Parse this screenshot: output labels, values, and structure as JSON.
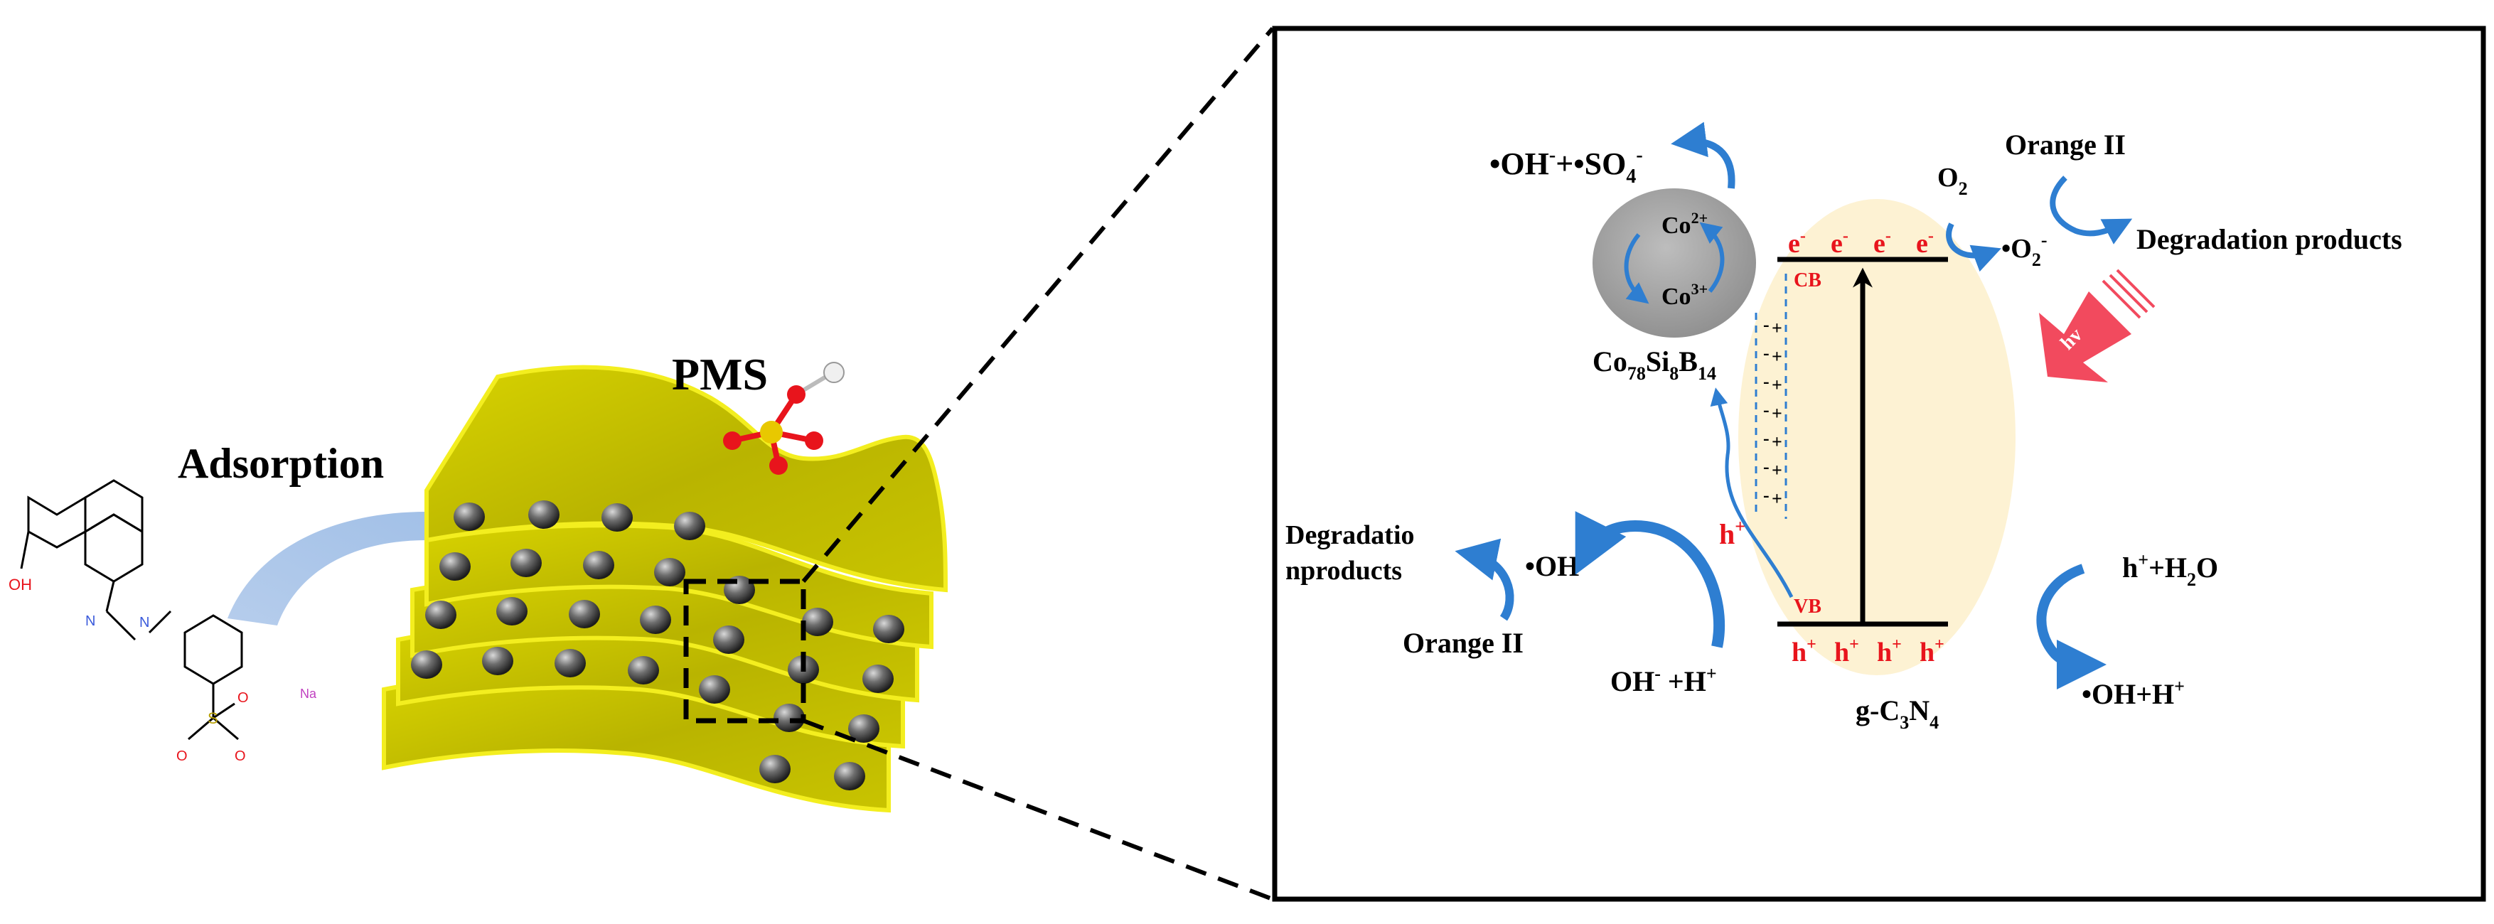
{
  "left_panel": {
    "adsorption_label": "Adsorption",
    "pms_label": "PMS",
    "molecule": {
      "oh_label": "OH",
      "n1": "N",
      "n2": "N",
      "s_label": "S",
      "o_top": "O",
      "o_bottom": "O",
      "o_minus": "O",
      "na_label": "Na"
    }
  },
  "right_panel": {
    "radicals_top": {
      "lead": "•OH",
      "mid": "+•SO",
      "sub4": "4"
    },
    "co2": {
      "base": "Co",
      "sup": "2+"
    },
    "co3": {
      "base": "Co",
      "sup": "3+"
    },
    "co_alloy": {
      "co": "Co",
      "n78": "78",
      "si": "Si",
      "n8": "8",
      "b": "B",
      "n14": "14"
    },
    "o2": {
      "base": "O",
      "sub": "2"
    },
    "o2_radical": {
      "base": "•O",
      "sub": "2"
    },
    "orange_top": "Orange II",
    "degradation_products_top": "Degradation products",
    "hv_label": "hv",
    "electrons": [
      "e",
      "e",
      "e",
      "e"
    ],
    "holes": [
      "h",
      "h",
      "h",
      "h"
    ],
    "cb_label": "CB",
    "vb_label": "VB",
    "h_plus_left": "h",
    "degradation_left_line1": "Degradatio",
    "degradation_left_line2": "nproducts",
    "oh_radical_left": "•OH",
    "orange_bottom_left": "Orange II",
    "oh_minus_h_plus": {
      "oh": "OH",
      "rest": " +H"
    },
    "gc3n4": {
      "g": "g-C",
      "n3": "3",
      "n": "N",
      "n4": "4"
    },
    "h_plus_h2o": {
      "h": "h",
      "mid": "+H",
      "o": "O",
      "sub": "2"
    },
    "oh_plus_h_right": {
      "text": "•OH+H"
    },
    "charge_symbols": [
      "+",
      "+",
      "+",
      "+",
      "+",
      "+",
      "+"
    ],
    "minus_symbols": [
      "-",
      "-",
      "-",
      "-",
      "-",
      "-",
      "-"
    ]
  },
  "colors": {
    "sheet_yellow": "#c8c300",
    "sheet_edge": "#f3ee1f",
    "arrow_blue": "#2e7ed1",
    "adsorption_arrow": "#aac6ea",
    "band_red": "#e8141c",
    "ellipse_fill": "#fdf2d3",
    "co_sphere": "#a9a9a9",
    "hv_arrow": "#f24a5e"
  }
}
